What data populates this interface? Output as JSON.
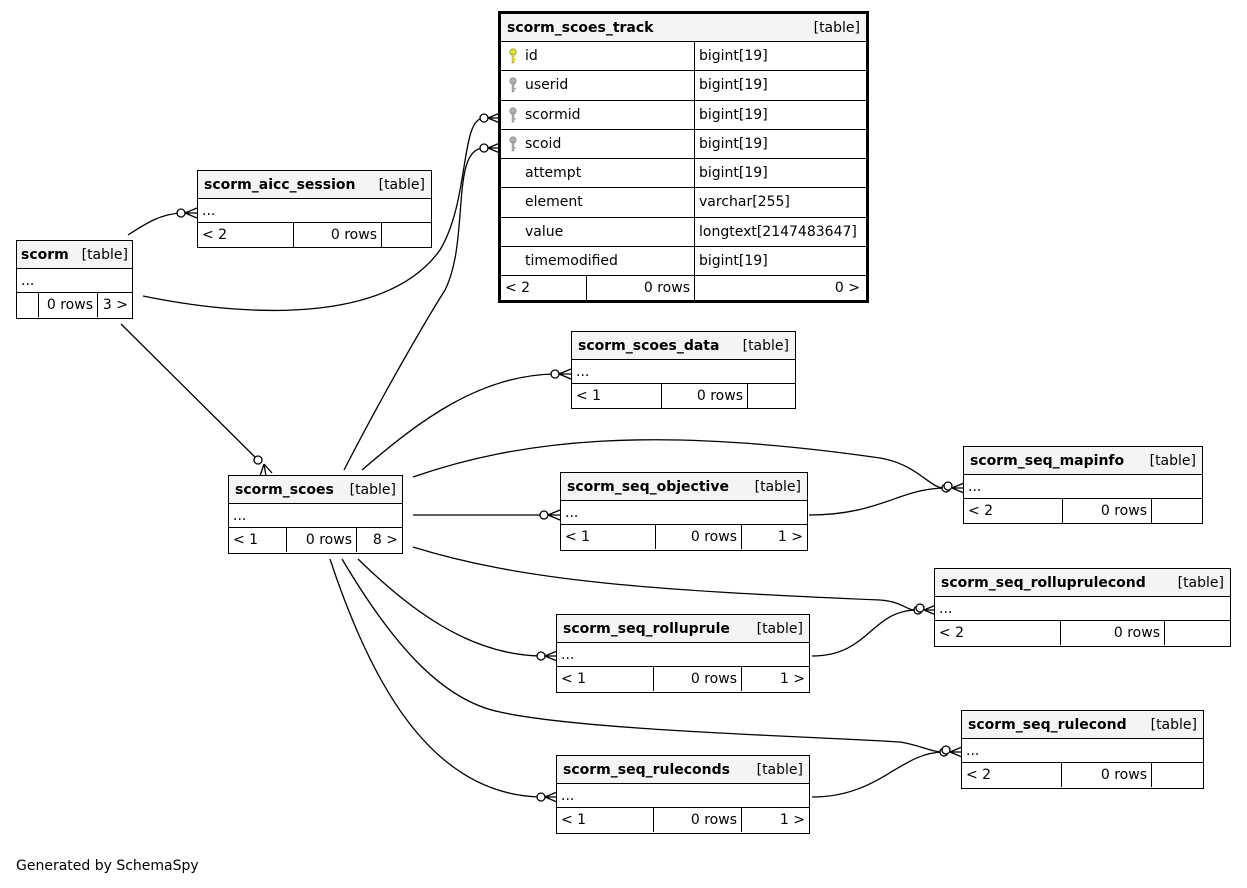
{
  "credit": "Generated by SchemaSpy",
  "colors": {
    "primary_key": "#e8e800",
    "foreign_key": "#b0b0b0",
    "header_bg": "#f4f4f4"
  },
  "tables": {
    "scorm_scoes_track": {
      "name": "scorm_scoes_track",
      "type": "[table]",
      "columns": [
        {
          "name": "id",
          "type": "bigint[19]",
          "key": "primary-key-icon"
        },
        {
          "name": "userid",
          "type": "bigint[19]",
          "key": "foreign-key-icon"
        },
        {
          "name": "scormid",
          "type": "bigint[19]",
          "key": "foreign-key-icon"
        },
        {
          "name": "scoid",
          "type": "bigint[19]",
          "key": "foreign-key-icon"
        },
        {
          "name": "attempt",
          "type": "bigint[19]",
          "key": ""
        },
        {
          "name": "element",
          "type": "varchar[255]",
          "key": ""
        },
        {
          "name": "value",
          "type": "longtext[2147483647]",
          "key": ""
        },
        {
          "name": "timemodified",
          "type": "bigint[19]",
          "key": ""
        }
      ],
      "footer": {
        "left": "< 2",
        "rows": "0 rows",
        "right": "0 >"
      }
    },
    "scorm_aicc_session": {
      "name": "scorm_aicc_session",
      "type": "[table]",
      "ellipsis": "...",
      "footer": {
        "left": "< 2",
        "rows": "0 rows",
        "right": ""
      }
    },
    "scorm": {
      "name": "scorm",
      "type": "[table]",
      "ellipsis": "...",
      "footer": {
        "left": "",
        "rows": "0 rows",
        "right": "3 >"
      }
    },
    "scorm_scoes_data": {
      "name": "scorm_scoes_data",
      "type": "[table]",
      "ellipsis": "...",
      "footer": {
        "left": "< 1",
        "rows": "0 rows",
        "right": ""
      }
    },
    "scorm_scoes": {
      "name": "scorm_scoes",
      "type": "[table]",
      "ellipsis": "...",
      "footer": {
        "left": "< 1",
        "rows": "0 rows",
        "right": "8 >"
      }
    },
    "scorm_seq_mapinfo": {
      "name": "scorm_seq_mapinfo",
      "type": "[table]",
      "ellipsis": "...",
      "footer": {
        "left": "< 2",
        "rows": "0 rows",
        "right": ""
      }
    },
    "scorm_seq_objective": {
      "name": "scorm_seq_objective",
      "type": "[table]",
      "ellipsis": "...",
      "footer": {
        "left": "< 1",
        "rows": "0 rows",
        "right": "1 >"
      }
    },
    "scorm_seq_rolluprulecond": {
      "name": "scorm_seq_rolluprulecond",
      "type": "[table]",
      "ellipsis": "...",
      "footer": {
        "left": "< 2",
        "rows": "0 rows",
        "right": ""
      }
    },
    "scorm_seq_rolluprule": {
      "name": "scorm_seq_rolluprule",
      "type": "[table]",
      "ellipsis": "...",
      "footer": {
        "left": "< 1",
        "rows": "0 rows",
        "right": "1 >"
      }
    },
    "scorm_seq_rulecond": {
      "name": "scorm_seq_rulecond",
      "type": "[table]",
      "ellipsis": "...",
      "footer": {
        "left": "< 2",
        "rows": "0 rows",
        "right": ""
      }
    },
    "scorm_seq_ruleconds": {
      "name": "scorm_seq_ruleconds",
      "type": "[table]",
      "ellipsis": "...",
      "footer": {
        "left": "< 1",
        "rows": "0 rows",
        "right": "1 >"
      }
    }
  }
}
